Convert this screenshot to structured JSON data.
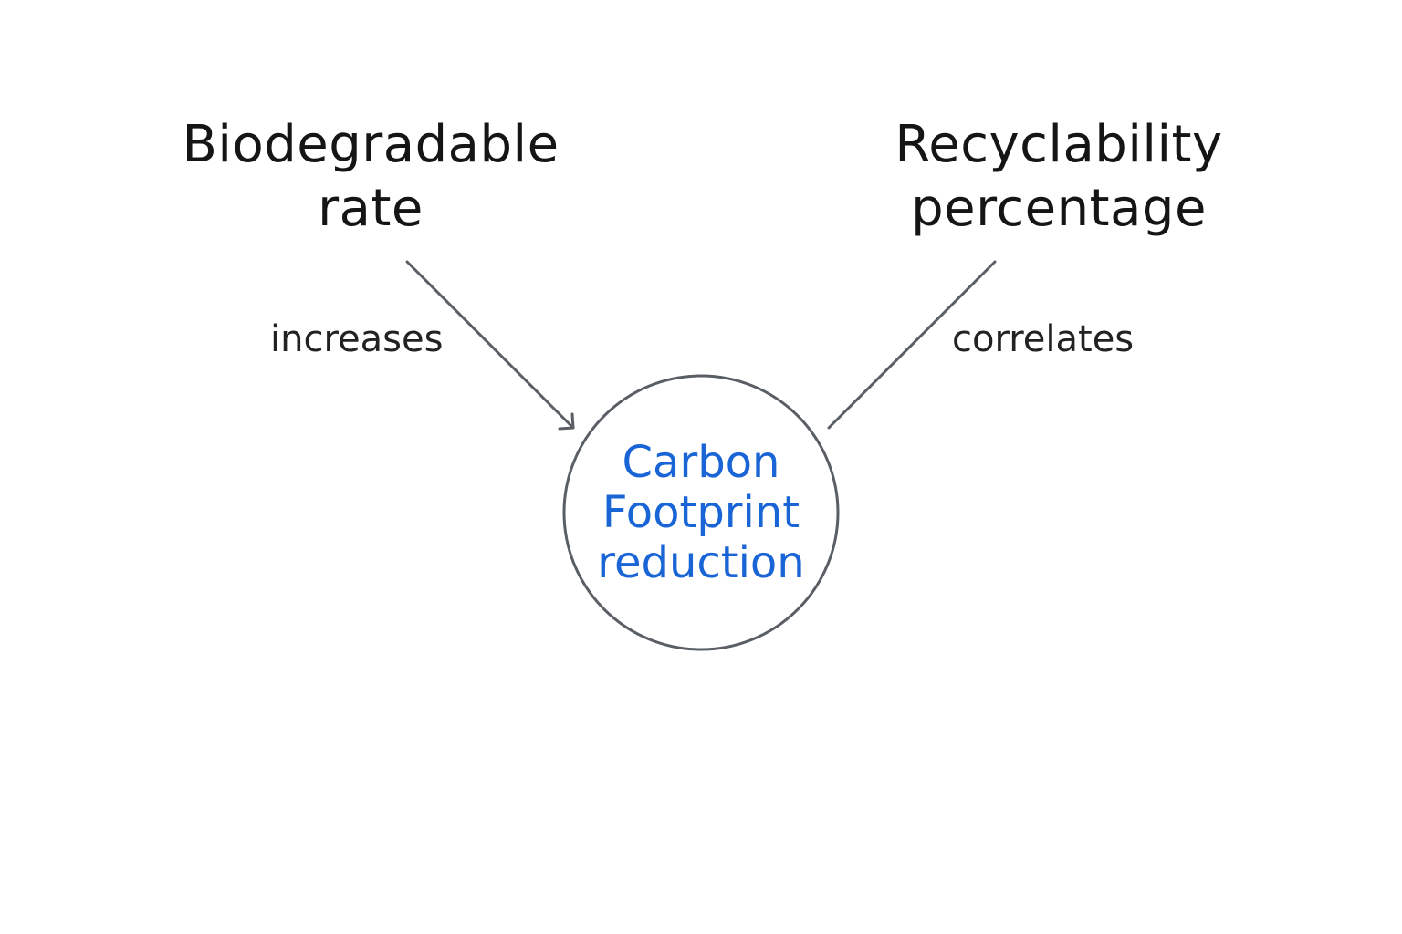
{
  "nodes": {
    "left": {
      "line1": "Biodegradable",
      "line2": "rate"
    },
    "right": {
      "line1": "Recyclability",
      "line2": "percentage"
    },
    "center": {
      "line1": "Carbon",
      "line2": "Footprint",
      "line3": "reduction"
    }
  },
  "edges": {
    "left": {
      "label": "increases",
      "directed": true
    },
    "right": {
      "label": "correlates",
      "directed": false
    }
  },
  "colors": {
    "node_text": "#151515",
    "center_text": "#1a65d6",
    "lines": "#5a5f66",
    "background": "#ffffff"
  }
}
